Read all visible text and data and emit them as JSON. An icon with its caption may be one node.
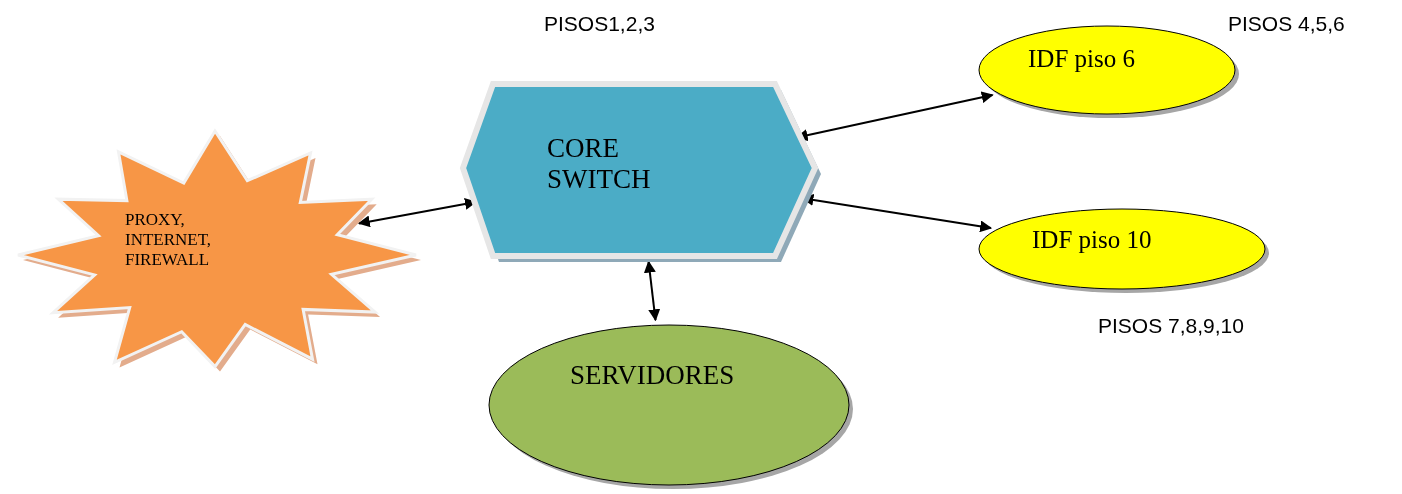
{
  "diagram": {
    "nodes": [
      {
        "text": [
          "CORE SWITCH"
        ],
        "beside": [
          "PISOS1,2,3"
        ]
      },
      {
        "text": [
          "PROXY, INTERNET, FIREWALL"
        ]
      },
      {
        "text": [
          "IDF piso 6"
        ],
        "beside": [
          "PISOS 4,5,6"
        ]
      },
      {
        "text": [
          "IDF piso 10"
        ],
        "beside": [
          "PISOS 7,8,9,10"
        ]
      },
      {
        "text": [
          "SERVIDORES"
        ]
      }
    ],
    "edges": [
      {
        "from": 0,
        "to": 2,
        "arrow": "both"
      },
      {
        "from": 0,
        "to": 1,
        "arrow": "both"
      },
      {
        "from": 0,
        "to": 3,
        "arrow": "both"
      },
      {
        "from": 0,
        "to": 4,
        "arrow": "both"
      }
    ]
  }
}
